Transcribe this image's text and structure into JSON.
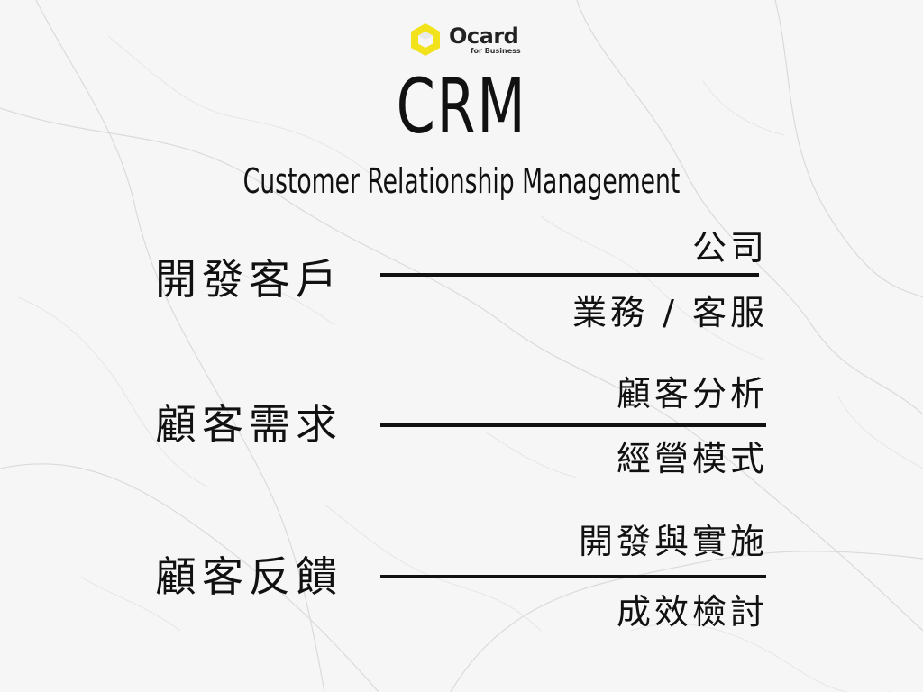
{
  "logo": {
    "name": "Ocard",
    "tagline": "for Business",
    "accent_color": "#f2e21c"
  },
  "title": "CRM",
  "subtitle": "Customer Relationship Management",
  "rows": [
    {
      "label": "開發客戶",
      "top_item": "公司",
      "bottom_item": "業務 / 客服"
    },
    {
      "label": "顧客需求",
      "top_item": "顧客分析",
      "bottom_item": "經營模式"
    },
    {
      "label": "顧客反饋",
      "top_item": "開發與實施",
      "bottom_item": "成效檢討"
    }
  ],
  "colors": {
    "text": "#111111",
    "background": "#f6f6f6"
  }
}
